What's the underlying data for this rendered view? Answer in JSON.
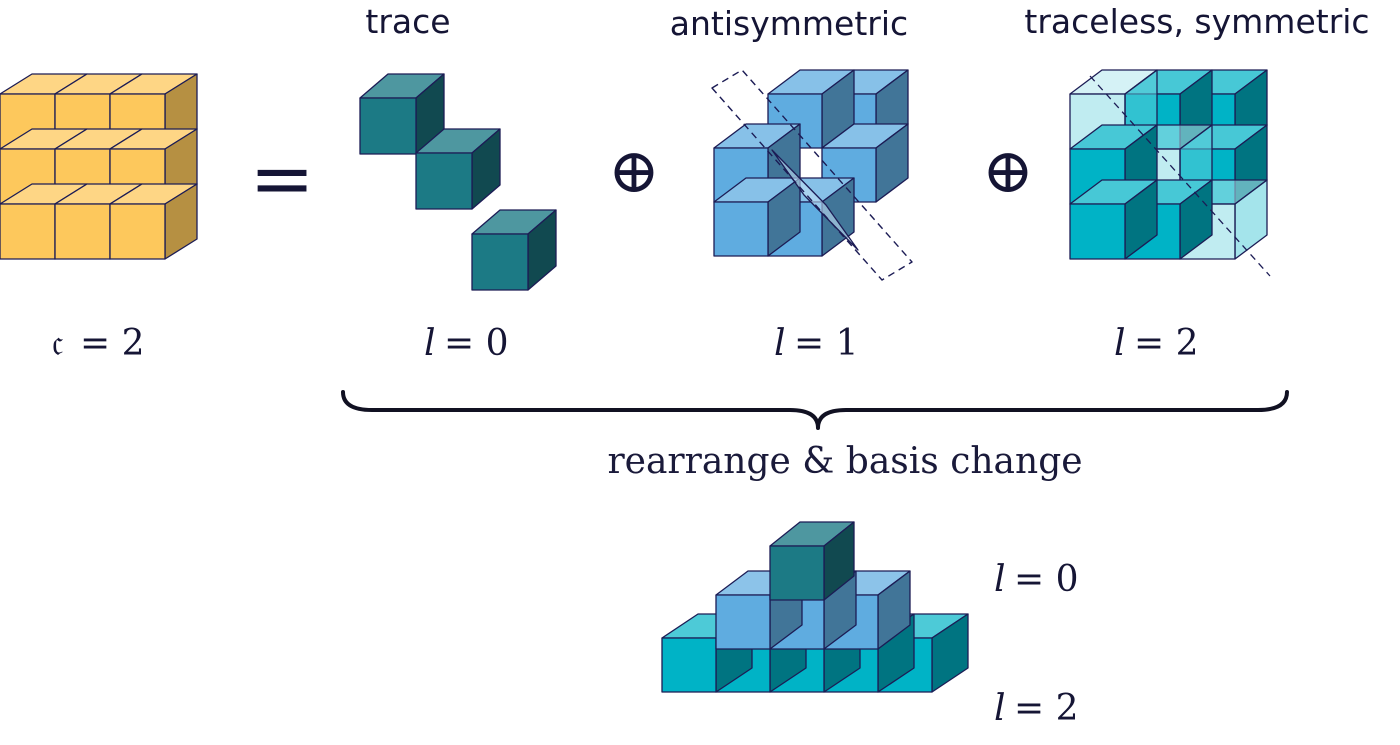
{
  "labels": {
    "trace": "trace",
    "antisymmetric": "antisymmetric",
    "traceless_symmetric": "traceless, symmetric",
    "rearrange": "rearrange & basis change"
  },
  "math": {
    "c_var": "𝔠",
    "c_eq": "= 2",
    "l0_var": "l",
    "l0_eq": "= 0",
    "l1_var": "l",
    "l1_eq": "= 1",
    "l2_var": "l",
    "l2_eq": "= 2",
    "bottom_l0_var": "l",
    "bottom_l0_eq": "= 0",
    "bottom_l2_var": "l",
    "bottom_l2_eq": "= 2"
  },
  "operators": {
    "equals": "=",
    "plus1": "⊕",
    "plus2": "⊕"
  },
  "colors": {
    "input_block": "#FDC85C",
    "trace_block": "#1C7A85",
    "antisymmetric_block": "#5FACE0",
    "symmetric_block": "#00B3C6",
    "edge": "#1c1c55"
  }
}
